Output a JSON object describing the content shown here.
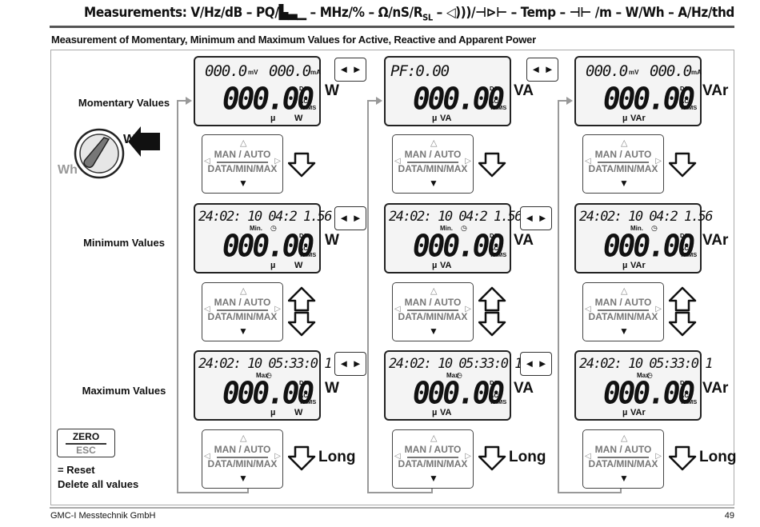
{
  "header": {
    "title": "Measurements: V/Hz/dB – PQ/▙▃▁ – MHz/% – Ω/nS/R",
    "title_sub": "SL",
    "title_rest": " – ◁)))/⊣⊳⊢ – Temp – ⊣⊢ /m – W/Wh – A/Hz/thd"
  },
  "subtitle": "Measurement of Momentary, Minimum and Maximum Values for Active, Reactive and Apparent Power",
  "rows": {
    "momentary": "Momentary Values",
    "minimum": "Minimum Values",
    "maximum": "Maximum Values"
  },
  "switch": {
    "w": "W",
    "wh": "Wh"
  },
  "zero": {
    "top": "ZERO",
    "bottom": "ESC",
    "reset": "= Reset",
    "delete": "Delete all values"
  },
  "button": {
    "l1": "MAN / AUTO",
    "l2": "DATA/MIN/MAX",
    "arrows": "◄ ►"
  },
  "long": "Long",
  "units": {
    "w": "W",
    "va": "VA",
    "var": "VAr"
  },
  "lcd": {
    "mv_val": "000.0",
    "mv_unit": "mV",
    "ma_val": "000.0",
    "ma_unit": "mA",
    "main": "000.00",
    "dc": "DC",
    "ac": "AC",
    "trms": "TRMS",
    "pf": "PF:0.00",
    "min_time": "24:02: 10 04:2 1.56",
    "min_tag": "Min.",
    "max_time": "24:02: 10 05:33:0 1",
    "max_tag": "Max",
    "mu": "µ",
    "lw": "W",
    "lva": "VA",
    "lvar": "VAr"
  },
  "footer": {
    "left": "GMC-I Messtechnik GmbH",
    "page": "49"
  }
}
